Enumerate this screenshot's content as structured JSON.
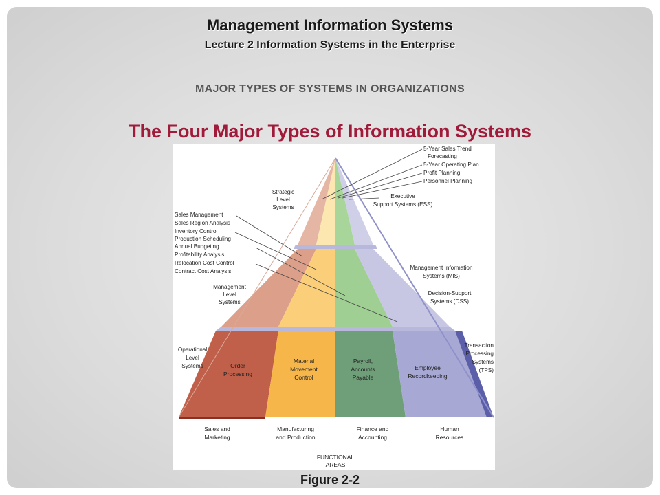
{
  "header": {
    "title": "Management Information Systems",
    "subtitle": "Lecture 2 Information Systems in the Enterprise",
    "section": "MAJOR TYPES OF SYSTEMS IN ORGANIZATIONS",
    "slide_title": "The Four Major Types of Information Systems"
  },
  "figure": {
    "caption": "Figure 2-2",
    "levels": {
      "strategic": [
        "Strategic",
        "Level",
        "Systems"
      ],
      "management": [
        "Management",
        "Level",
        "Systems"
      ],
      "operational": [
        "Operational",
        "Level",
        "Systems"
      ]
    },
    "ess_examples": [
      "5-Year Sales Trend",
      "Forecasting",
      "5-Year Operating Plan",
      "Profit Planning",
      "Personnel Planning"
    ],
    "ess_label": [
      "Executive",
      "Support Systems (ESS)"
    ],
    "mgmt_examples": [
      "Sales Management",
      "Sales Region Analysis",
      "Inventory Control",
      "Production Scheduling",
      "Annual Budgeting",
      "Profitability Analysis",
      "Relocation Cost Control",
      "Contract Cost Analysis"
    ],
    "mis_label": [
      "Management Information",
      "Systems (MIS)"
    ],
    "dss_label": [
      "Decision-Support",
      "Systems (DSS)"
    ],
    "tps_label": [
      "Transaction",
      "Processing",
      "Systems",
      "(TPS)"
    ],
    "tps_examples": {
      "order": [
        "Order",
        "Processing"
      ],
      "material": [
        "Material",
        "Movement",
        "Control"
      ],
      "payroll": [
        "Payroll,",
        "Accounts",
        "Payable"
      ],
      "employee": [
        "Employee",
        "Recordkeeping"
      ]
    },
    "functional_areas": {
      "sales": [
        "Sales and",
        "Marketing"
      ],
      "manufacturing": [
        "Manufacturing",
        "and Production"
      ],
      "finance": [
        "Finance and",
        "Accounting"
      ],
      "hr": [
        "Human",
        "Resources"
      ],
      "title": [
        "FUNCTIONAL",
        "AREAS"
      ]
    },
    "colors": {
      "red": "#c0604a",
      "yellow": "#f7b64a",
      "green": "#6f9f79",
      "blue": "#a7a8d4",
      "title_red": "#a01a3a"
    }
  }
}
